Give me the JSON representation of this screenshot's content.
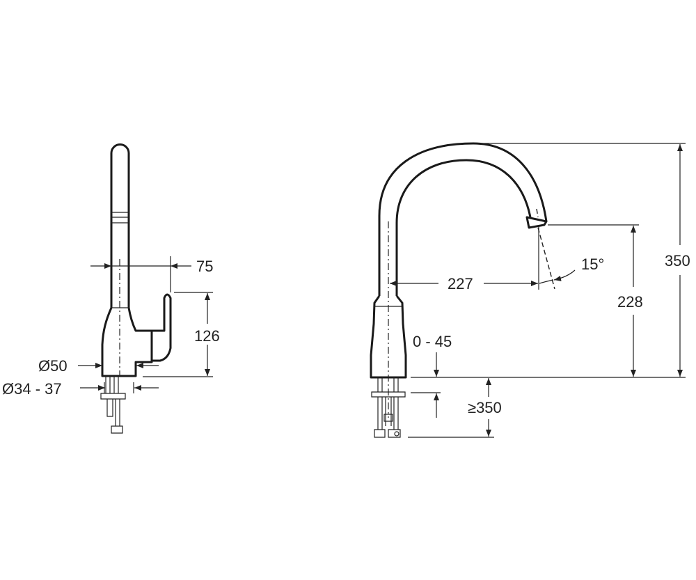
{
  "side_view": {
    "dim_projection": "75",
    "dim_handle_height": "126",
    "dim_base_diameter": "Ø50",
    "dim_hole_diameter": "Ø34 - 37"
  },
  "front_view": {
    "dim_total_height": "350",
    "dim_outlet_height": "228",
    "dim_reach": "227",
    "dim_spray_angle": "15°",
    "dim_deck_thickness": "0 - 45",
    "dim_hose_length": "≥350"
  },
  "colors": {
    "line": "#1a1a1a",
    "background": "#ffffff"
  }
}
